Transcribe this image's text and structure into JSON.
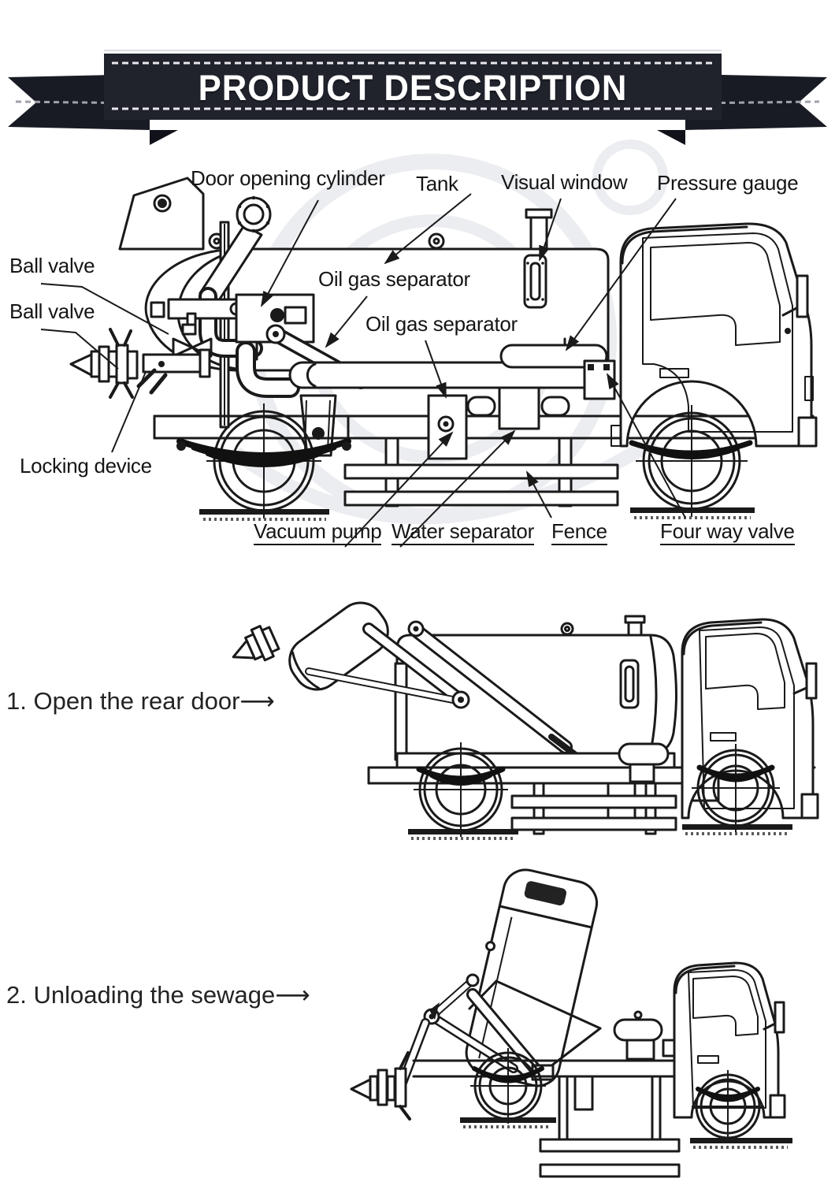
{
  "banner": {
    "title": "PRODUCT DESCRIPTION",
    "ribbon_color": "#20222c",
    "stitch_color": "#e8e8ec"
  },
  "diagram": {
    "labels": {
      "door_opening_cylinder": "Door opening cylinder",
      "tank": "Tank",
      "visual_window": "Visual window",
      "pressure_gauge": "Pressure gauge",
      "ball_valve_top": "Ball valve",
      "ball_valve_bottom": "Ball valve",
      "oil_gas_separator_upper": "Oil gas separator",
      "oil_gas_separator_lower": "Oil gas separator",
      "locking_device": "Locking device",
      "vacuum_pump": "Vacuum pump",
      "water_separator": "Water separator",
      "fence": "Fence",
      "four_way_valve": "Four way valve"
    }
  },
  "steps": {
    "step1": "1. Open the rear door⟶",
    "step2": "2. Unloading the sewage⟶"
  },
  "colors": {
    "line": "#1a1a1a",
    "watermark": "#ecedf1"
  }
}
